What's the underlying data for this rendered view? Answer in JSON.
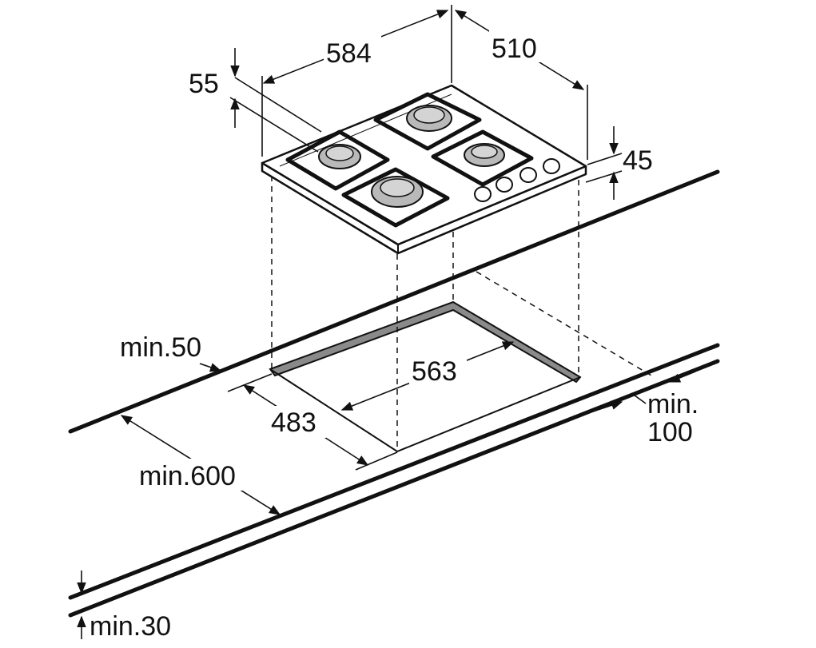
{
  "diagram": {
    "dimensions": {
      "hob_width": "584",
      "hob_depth": "510",
      "back_offset": "55",
      "hob_height": "45",
      "cutout_width": "563",
      "cutout_depth": "483",
      "min_left": "min.50",
      "min_depth": "min.600",
      "min_front_line1": "min.",
      "min_front_line2": "100",
      "min_thickness": "min.30"
    },
    "colors": {
      "line": "#111111",
      "cutout_edge": "#8a8a8a",
      "burner": "#b9b9b9",
      "background": "#ffffff"
    }
  }
}
